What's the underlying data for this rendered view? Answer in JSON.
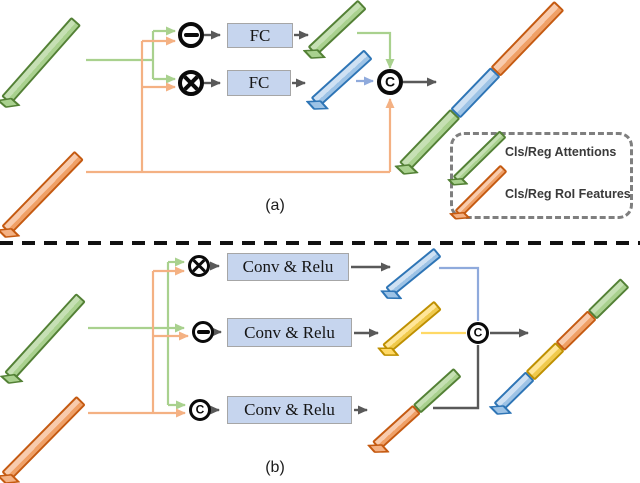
{
  "diagram": {
    "title_hint": "Two-branch feature interaction figure",
    "section_a": {
      "label": "(a)",
      "boxes": {
        "fc1": "FC",
        "fc2": "FC"
      }
    },
    "section_b": {
      "label": "(b)",
      "boxes": {
        "conv1": "Conv & Relu",
        "conv2": "Conv & Relu",
        "conv3": "Conv & Relu"
      }
    },
    "ops": {
      "concat_symbol": "C",
      "subtract_symbol": "-",
      "multiply_symbol": "x"
    },
    "legend": {
      "items": [
        {
          "label": "Cls/Reg Attentions",
          "color": "#70ad47"
        },
        {
          "label": "Cls/Reg RoI Features",
          "color": "#ed7d31"
        }
      ]
    },
    "colors": {
      "green_line": "#a9d18e",
      "orange_line": "#f4b183",
      "blue_line": "#8faadc",
      "yellow_line": "#ffd966",
      "arrow_gray": "#595959",
      "bar_green": "#c6e0b4",
      "bar_orange": "#f8cbad",
      "bar_blue": "#bdd7ee",
      "bar_yellow": "#ffe699",
      "box_fill": "#c6d5ee"
    }
  }
}
